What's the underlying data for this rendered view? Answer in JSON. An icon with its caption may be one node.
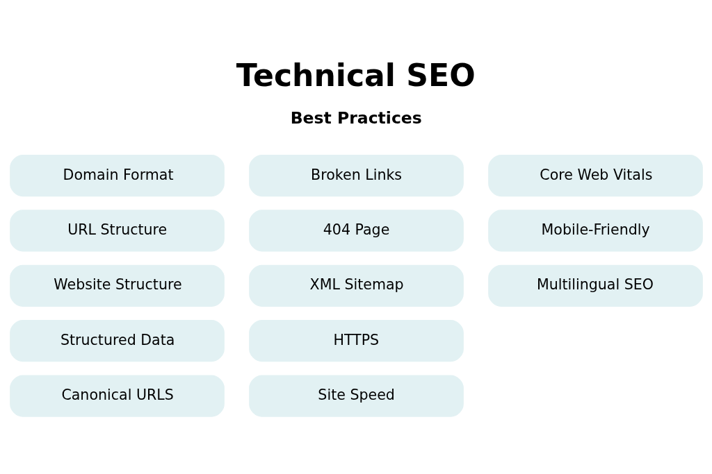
{
  "diagram": {
    "title": "Technical SEO",
    "nodes": [
      {
        "text": [
          "Domain Format"
        ]
      },
      {
        "text": [
          "Broken Links"
        ]
      },
      {
        "text": [
          "Core Web Vitals"
        ]
      },
      {
        "text": [
          "URL Structure"
        ]
      },
      {
        "text": [
          "404 Page"
        ]
      },
      {
        "text": [
          "Mobile-Friendly"
        ]
      },
      {
        "text": [
          "Website Structure"
        ]
      },
      {
        "text": [
          "XML Sitemap"
        ]
      },
      {
        "text": [
          "Multilingual SEO"
        ]
      },
      {
        "text": [
          "Structured Data"
        ]
      },
      {
        "text": [
          "HTTPS"
        ]
      },
      {
        "text": [
          "Canonical URLS"
        ]
      },
      {
        "text": [
          "Site Speed"
        ]
      }
    ],
    "edges": [],
    "labels": [
      "Best Practices"
    ]
  }
}
